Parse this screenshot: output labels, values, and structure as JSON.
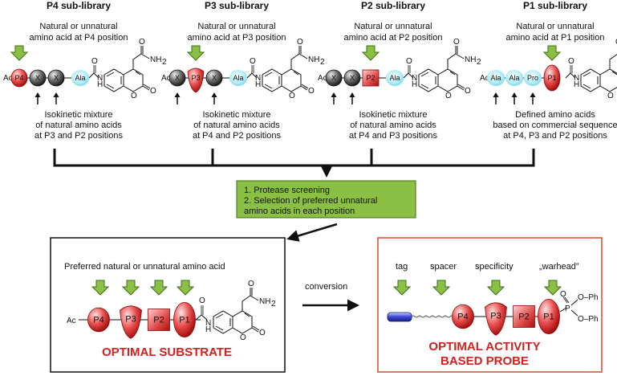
{
  "sublibraries": [
    {
      "title": "P4 sub-library",
      "top_text": [
        "Natural or unnatural",
        "amino acid at P4 position"
      ],
      "bottom_text": [
        "Isokinetic mixture",
        "of natural amino acids",
        "at P3 and P2 positions"
      ],
      "residues": [
        "P4",
        "X",
        "X",
        "Ala"
      ]
    },
    {
      "title": "P3 sub-library",
      "top_text": [
        "Natural or unnatural",
        "amino acid at P3 position"
      ],
      "bottom_text": [
        "Isokinetic mixture",
        "of natural amino acids",
        "at P4 and P2 positions"
      ],
      "residues": [
        "X",
        "P3",
        "X",
        "Ala"
      ]
    },
    {
      "title": "P2 sub-library",
      "top_text": [
        "Natural or unnatural",
        "amino acid at P2 position"
      ],
      "bottom_text": [
        "Isokinetic mixture",
        "of natural amino acids",
        "at P4 and P3 positions"
      ],
      "residues": [
        "X",
        "X",
        "P2",
        "Ala"
      ]
    },
    {
      "title": "P1 sub-library",
      "top_text": [
        "Natural or unnatural",
        "amino acid at P1 position"
      ],
      "bottom_text": [
        "Defined amino acids",
        "based on commercial sequence",
        "at P4, P3 and P2 positions"
      ],
      "residues": [
        "Ala",
        "Ala",
        "Pro",
        "P1"
      ]
    }
  ],
  "chem": {
    "ac": "Ac",
    "nh2": "NH",
    "nh2_sub": "2",
    "o": "O",
    "h": "H",
    "n": "N",
    "p": "P",
    "oph": "O–Ph"
  },
  "steps": {
    "line1": "1.      Protease screening",
    "line2": "2.      Selection of preferred unnatural",
    "line3": "amino acids in each position"
  },
  "substrate": {
    "label": "Preferred natural or unnatural amino acid",
    "residues": [
      "P4",
      "P3",
      "P2",
      "P1"
    ],
    "title": "OPTIMAL SUBSTRATE"
  },
  "conversion_label": "conversion",
  "probe": {
    "labels": [
      "tag",
      "spacer",
      "specificity",
      "„warhead”"
    ],
    "residues": [
      "P4",
      "P3",
      "P2",
      "P1"
    ],
    "title_line1": "OPTIMAL ACTIVITY",
    "title_line2": "BASED PROBE"
  },
  "colors": {
    "red": "#d42020",
    "green": "#8cc044",
    "cyan": "#9ee6f2",
    "grey": "#4a4a4a",
    "blue": "#2a36c8"
  }
}
